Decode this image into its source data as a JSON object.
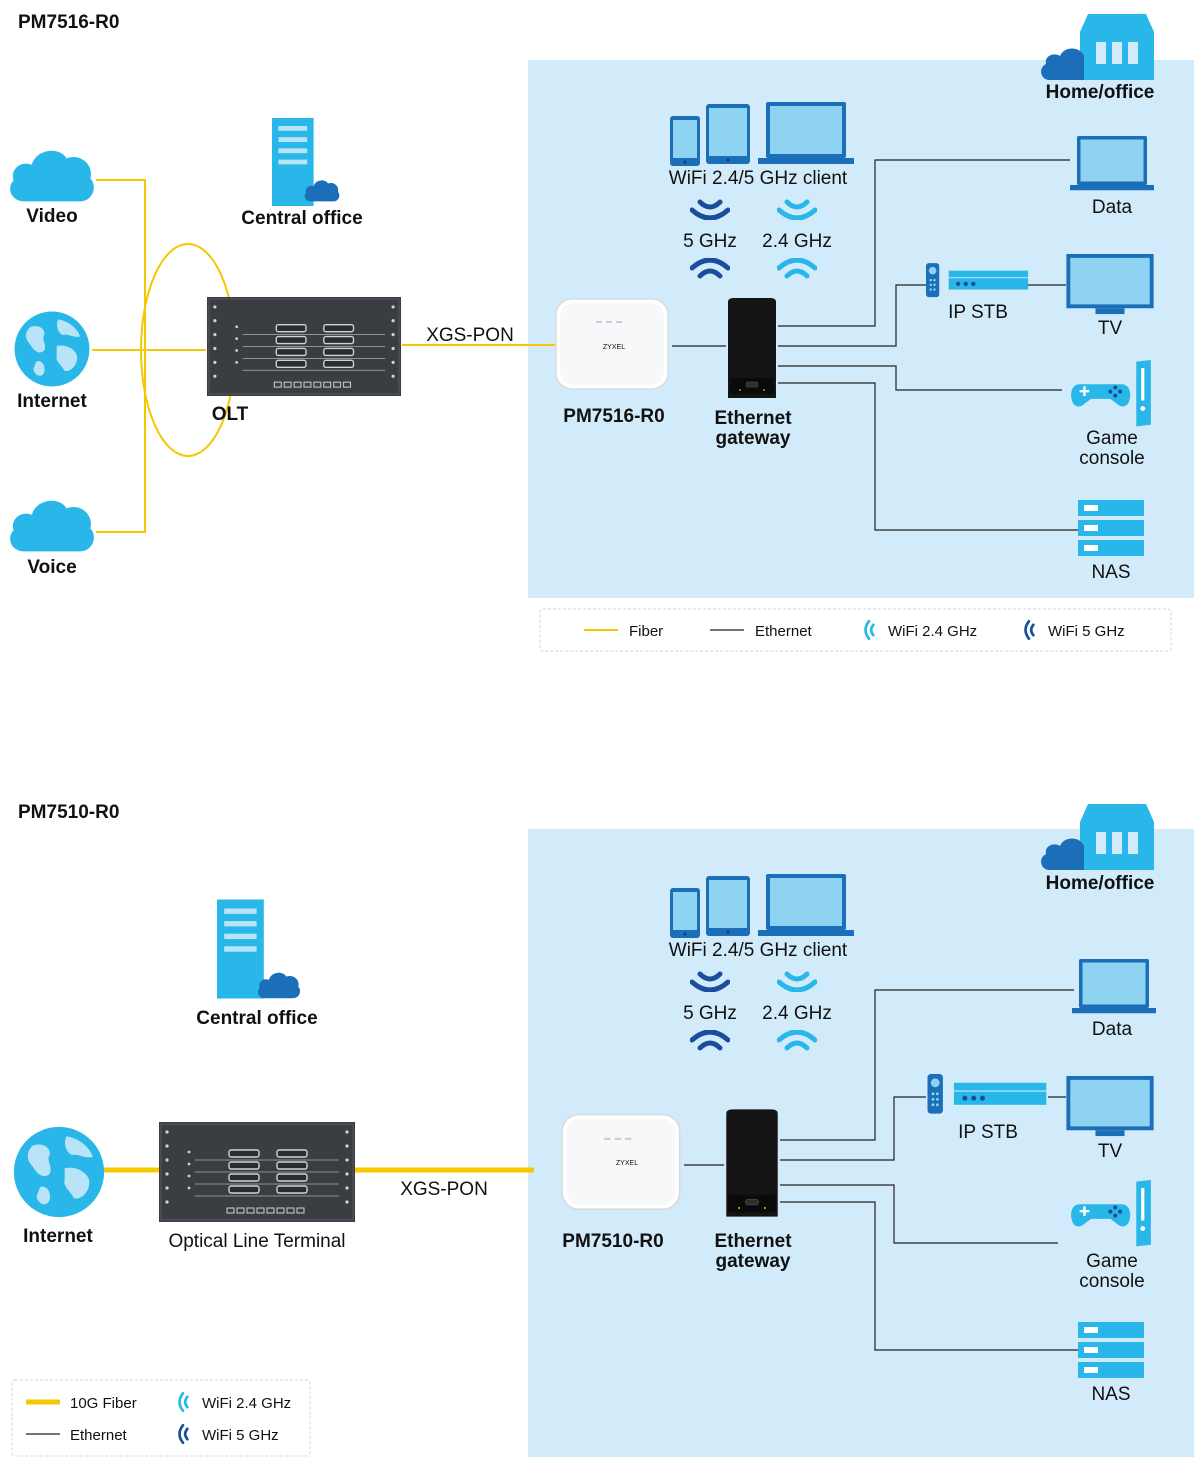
{
  "colors": {
    "fiber": "#f5c800",
    "ethernet": "#222222",
    "wifi24": "#29b6e8",
    "wifi5": "#1a4e9c",
    "zone_bg": "#d2ebfa",
    "device_blue": "#29b6e8",
    "device_dark": "#1a6fb8"
  },
  "top": {
    "title": "PM7516-R0",
    "cloud_video": "Video",
    "cloud_internet": "Internet",
    "cloud_voice": "Voice",
    "central_office": "Central office",
    "olt": "OLT",
    "xgs_pon": "XGS-PON",
    "home_office": "Home/office",
    "wifi_client": "WiFi 2.4/5 GHz client",
    "band_5": "5 GHz",
    "band_24": "2.4 GHz",
    "ont": "PM7516-R0",
    "gateway_line1": "Ethernet",
    "gateway_line2": "gateway",
    "data": "Data",
    "ip_stb": "IP STB",
    "tv": "TV",
    "game_line1": "Game",
    "game_line2": "console",
    "nas": "NAS",
    "legend": {
      "fiber": "Fiber",
      "ethernet": "Ethernet",
      "wifi24": "WiFi 2.4 GHz",
      "wifi5": "WiFi 5 GHz"
    }
  },
  "bottom": {
    "title": "PM7510-R0",
    "central_office": "Central office",
    "internet": "Internet",
    "olt": "Optical Line Terminal",
    "xgs_pon": "XGS-PON",
    "home_office": "Home/office",
    "wifi_client": "WiFi 2.4/5 GHz client",
    "band_5": "5 GHz",
    "band_24": "2.4 GHz",
    "ont": "PM7510-R0",
    "gateway_line1": "Ethernet",
    "gateway_line2": "gateway",
    "data": "Data",
    "ip_stb": "IP STB",
    "tv": "TV",
    "game_line1": "Game",
    "game_line2": "console",
    "nas": "NAS",
    "legend": {
      "fiber": "10G Fiber",
      "ethernet": "Ethernet",
      "wifi24": "WiFi 2.4 GHz",
      "wifi5": "WiFi 5 GHz"
    }
  },
  "brand_text": "ZYXEL"
}
